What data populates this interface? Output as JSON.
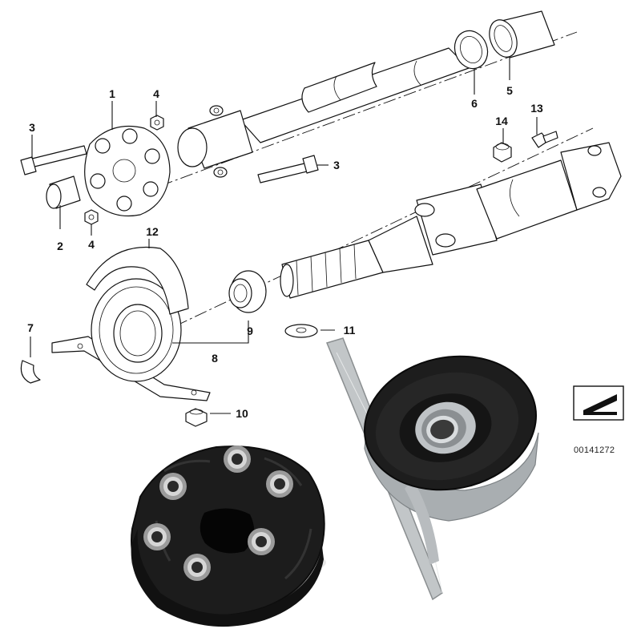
{
  "diagram": {
    "reference_number": "00141272",
    "callouts": [
      "1",
      "2",
      "3",
      "3",
      "4",
      "4",
      "5",
      "6",
      "7",
      "8",
      "9",
      "10",
      "11",
      "12",
      "13",
      "14"
    ]
  },
  "icons": {
    "arrow_block": "corner-arrow-icon"
  },
  "colors": {
    "line": "#111111",
    "rubber": "#1c1c1c",
    "metal": "#b9b9b9"
  }
}
